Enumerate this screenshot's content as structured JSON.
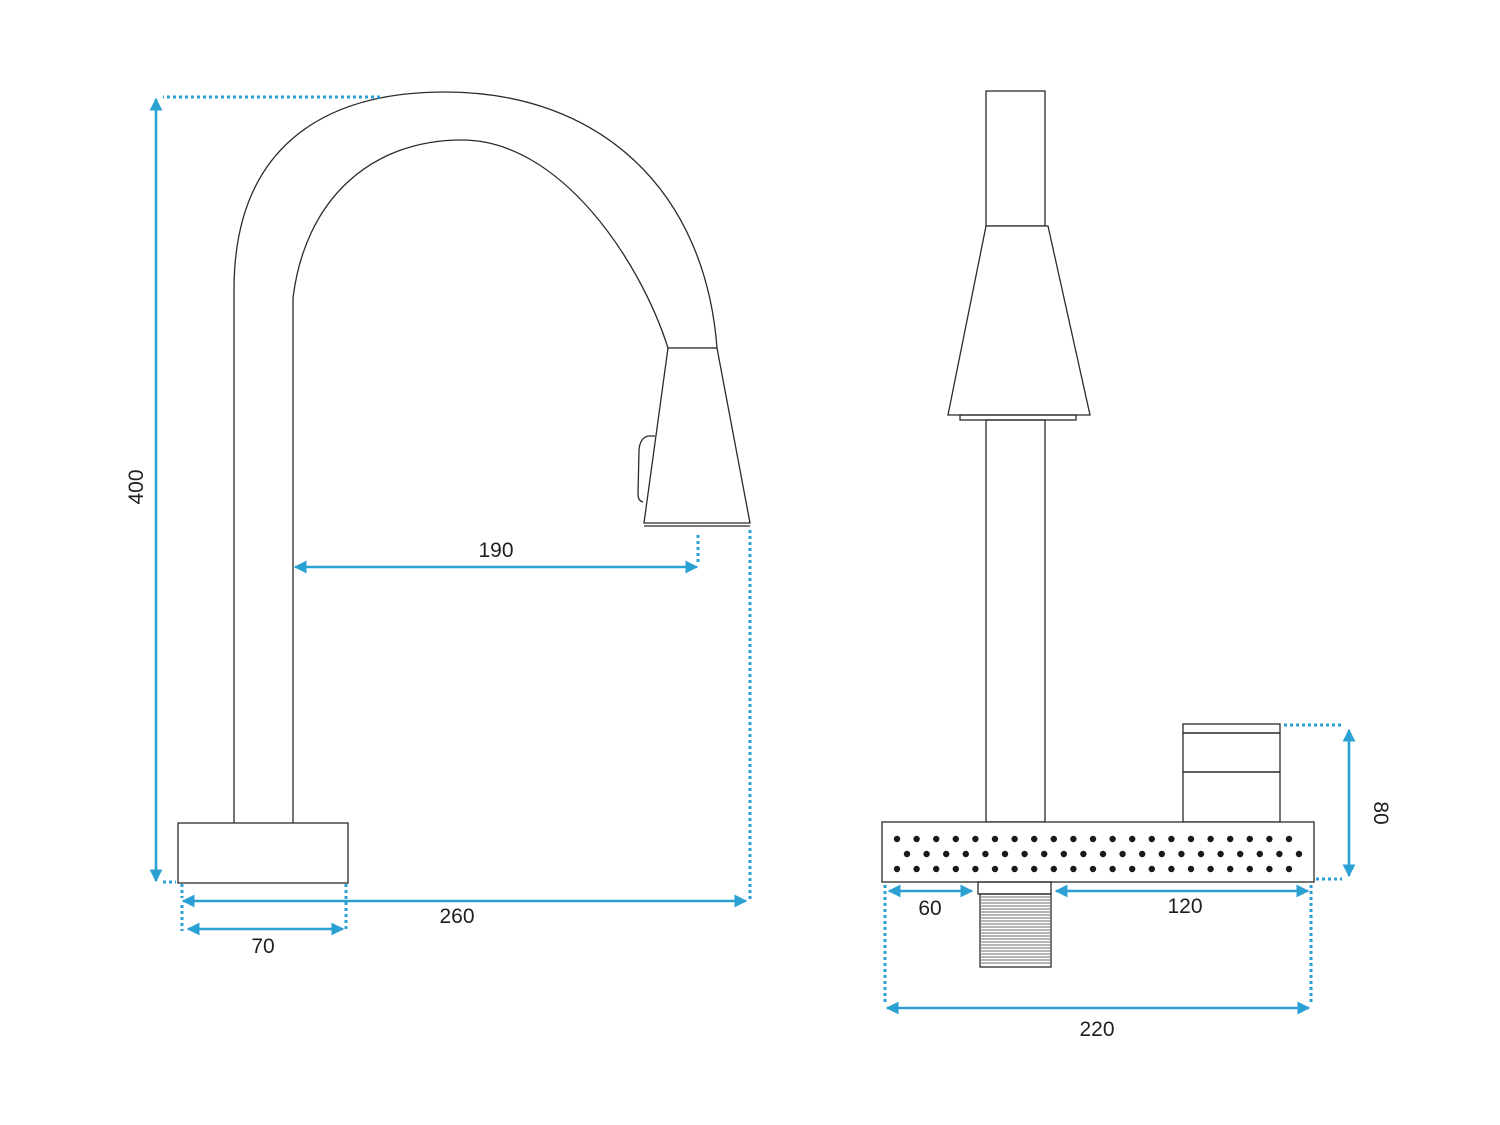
{
  "colors": {
    "dimension": "#2aa0d3",
    "outline": "#2b2b2b",
    "background": "#ffffff"
  },
  "dimensions": {
    "height": "400",
    "reach": "190",
    "total_depth": "260",
    "base_width": "70",
    "handle_height": "80",
    "offset_left": "60",
    "offset_right": "120",
    "base_length": "220"
  }
}
